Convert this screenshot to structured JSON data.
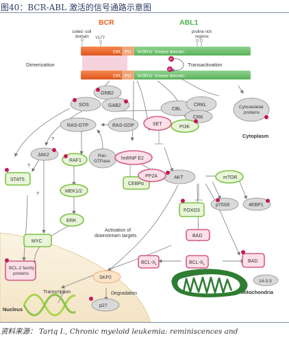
{
  "header": {
    "title": "图40：BCR-ABL 激活的信号通路示意图"
  },
  "footer": {
    "source": "资料来源： Tariq I., Chronic myeloid leukemia: reminiscences and"
  },
  "diagram": {
    "bcr": "BCR",
    "abl1": "ABL1",
    "coiled": [
      "coiled -coil",
      "domain"
    ],
    "y177": "Y177",
    "proline": [
      "proline rich",
      "regions"
    ],
    "dbl": "DBL",
    "ph": "PH",
    "sh3": "SH3",
    "sh2": "SH2",
    "kinase": "Kinase domain",
    "p": "P",
    "dimerization": "Dimerization",
    "transactivation": "Transactivation",
    "nodes": {
      "sos": "SOS",
      "grb2": "GRB2",
      "gab2": "GAB2",
      "cbl": "CBL",
      "crkl": "CRKL",
      "crk": "CRK",
      "pi3k": "PI3K",
      "cytoskeletal": [
        "Cytoskeletal",
        "proteins"
      ],
      "cytoplasm": "Cytoplasm",
      "rasgtp": "RAS-GTP",
      "rasgdp": "RAS-GDP",
      "set": "SET",
      "jak2": "JAK2",
      "q1": "?",
      "q2": "?",
      "q3": "?",
      "raf1": "RAF1",
      "racgtpase": [
        "Rac-",
        "GTPase"
      ],
      "hnrnp": "hnRNP E2",
      "pp2a": "PP2A",
      "akt": "AKT",
      "mtor": "mTOR",
      "stat5": "STAT5",
      "mek": "MEK1/2",
      "cebpa": "CEBPα",
      "p70s6": "p70S6",
      "ebp1": "4EBP1",
      "foxo3": "FOXO3",
      "erk": "ERK",
      "activation": [
        "Activation of",
        "downstream targets"
      ],
      "myc": "MYC",
      "bad1": "BAD",
      "bcl2": [
        "BCL-2 family",
        "proteins"
      ],
      "bclxl1": "BCL-X",
      "bclxl2": "BCL-X",
      "bad2": "BAD",
      "l": "L",
      "skp2": "SKP2",
      "transcription": "Transcription",
      "degradation": "Degradation",
      "p1433": "14-3-3",
      "p27": "p27",
      "mitochondria": "Mitochondria",
      "nucleus": "Nucleus"
    }
  }
}
